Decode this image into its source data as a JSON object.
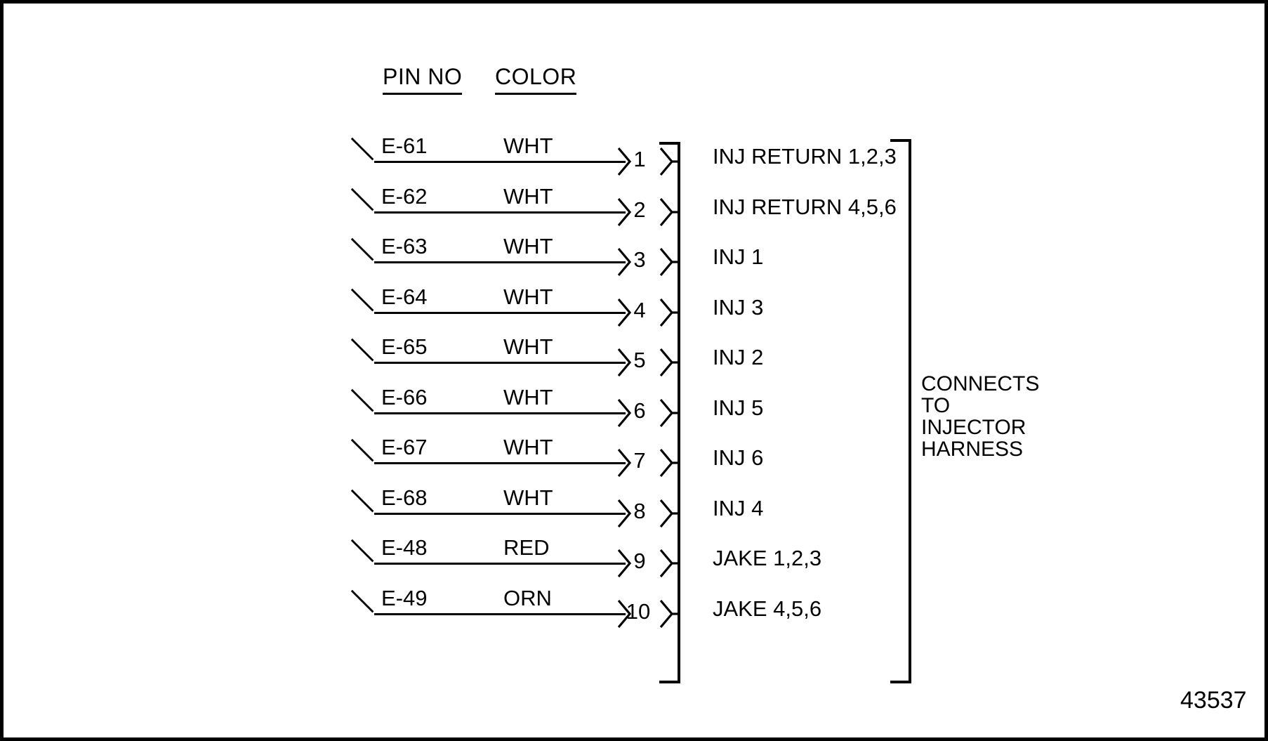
{
  "diagram": {
    "drawing_number": "43537",
    "headers": {
      "pin_no": "PIN NO",
      "color": "COLOR"
    },
    "harness_note": {
      "line1": "CONNECTS",
      "line2": "TO",
      "line3": "INJECTOR",
      "line4": "HARNESS"
    },
    "colors": {
      "line": "#000000",
      "background": "#ffffff",
      "border": "#000000"
    },
    "rows": [
      {
        "wire_id": "E-61",
        "color": "WHT",
        "pin": "1",
        "signal": "INJ RETURN 1,2,3"
      },
      {
        "wire_id": "E-62",
        "color": "WHT",
        "pin": "2",
        "signal": "INJ RETURN 4,5,6"
      },
      {
        "wire_id": "E-63",
        "color": "WHT",
        "pin": "3",
        "signal": "INJ 1"
      },
      {
        "wire_id": "E-64",
        "color": "WHT",
        "pin": "4",
        "signal": "INJ 3"
      },
      {
        "wire_id": "E-65",
        "color": "WHT",
        "pin": "5",
        "signal": "INJ 2"
      },
      {
        "wire_id": "E-66",
        "color": "WHT",
        "pin": "6",
        "signal": "INJ 5"
      },
      {
        "wire_id": "E-67",
        "color": "WHT",
        "pin": "7",
        "signal": "INJ 6"
      },
      {
        "wire_id": "E-68",
        "color": "WHT",
        "pin": "8",
        "signal": "INJ 4"
      },
      {
        "wire_id": "E-48",
        "color": "RED",
        "pin": "9",
        "signal": "JAKE 1,2,3"
      },
      {
        "wire_id": "E-49",
        "color": "ORN",
        "pin": "10",
        "signal": "JAKE 4,5,6"
      }
    ]
  }
}
